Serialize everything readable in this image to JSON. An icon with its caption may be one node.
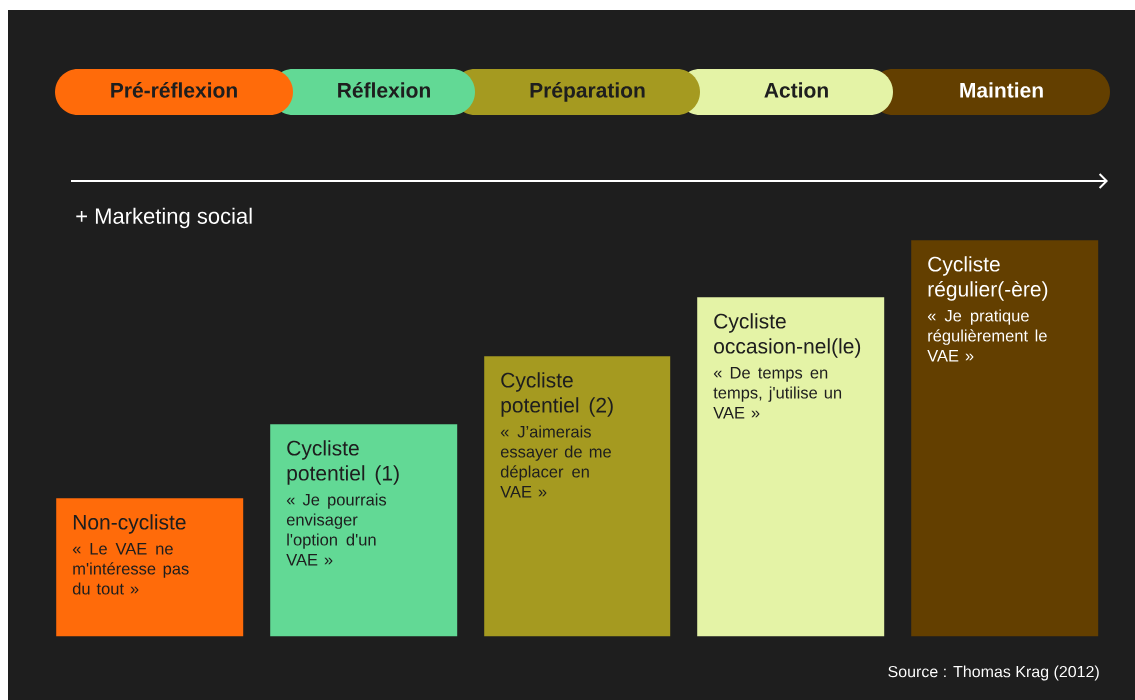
{
  "diagram": {
    "nodes": [
      {
        "text": [
          "Pré-réflexion"
        ]
      },
      {
        "text": [
          "Réflexion"
        ]
      },
      {
        "text": [
          "Préparation"
        ]
      },
      {
        "text": [
          "Action"
        ]
      },
      {
        "text": [
          "Maintien"
        ]
      },
      {
        "text": [
          "Non-cycliste",
          "« Le VAE ne m'intéresse pas du tout »"
        ]
      },
      {
        "text": [
          "Cycliste potentiel (1)",
          "« Je pourrais envisager l'option d'un VAE »"
        ]
      },
      {
        "text": [
          "Cycliste potentiel (2)",
          "« J’aimerais essayer de me déplacer en VAE »"
        ]
      },
      {
        "text": [
          "Cycliste occasion-nel(le)",
          "« De temps en temps, j'utilise un VAE »"
        ]
      },
      {
        "text": [
          "Cycliste régulier(-ère)",
          "« Je pratique régulièrement le VAE »"
        ]
      }
    ],
    "labels": [
      "+ Marketing social",
      "Source : Thomas Krag (2012)"
    ]
  }
}
